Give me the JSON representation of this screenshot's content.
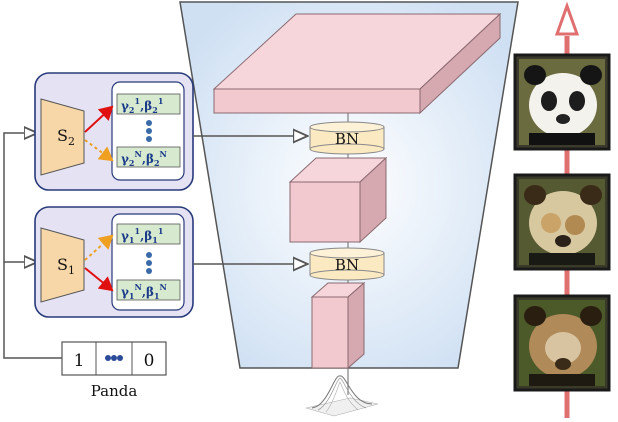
{
  "selectors": [
    {
      "label_main": "S",
      "label_sub": "2",
      "params_top": {
        "gamma": "γ",
        "gamma_sub": "2",
        "gamma_sup": "1",
        "beta": "β",
        "beta_sub": "2",
        "beta_sup": "1"
      },
      "params_bottom": {
        "gamma": "γ",
        "gamma_sub": "2",
        "gamma_sup": "N",
        "beta": "β",
        "beta_sub": "2",
        "beta_sup": "N"
      }
    },
    {
      "label_main": "S",
      "label_sub": "1",
      "params_top": {
        "gamma": "γ",
        "gamma_sub": "1",
        "gamma_sup": "1",
        "beta": "β",
        "beta_sub": "1",
        "beta_sup": "1"
      },
      "params_bottom": {
        "gamma": "γ",
        "gamma_sub": "1",
        "gamma_sup": "N",
        "beta": "β",
        "beta_sub": "1",
        "beta_sup": "N"
      }
    }
  ],
  "bn_top": "BN",
  "bn_bottom": "BN",
  "onehot": {
    "first": "1",
    "last": "0",
    "caption": "Panda"
  },
  "colors": {
    "generator_fill": "#dde9f6",
    "block_fill": "#f2c9cf",
    "block_edge": "#8a6a70",
    "param_fill": "#d7ead0",
    "selector_fill": "#e4e2f3",
    "selector_edge": "#283a7a",
    "bn_fill": "#fbe9c2",
    "arrow_red": "#e01010",
    "arrow_orange": "#f0a020",
    "axis_red": "#e07070",
    "trapezoid_fill": "#f7d7a8"
  },
  "icons": [
    "dots-icon",
    "gaussian-noise-icon",
    "panda-photo-icon"
  ]
}
